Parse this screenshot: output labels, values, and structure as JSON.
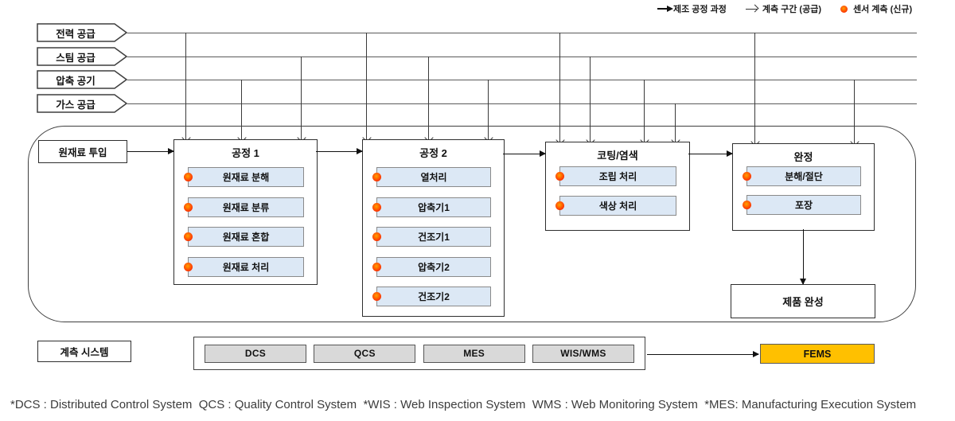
{
  "legend": {
    "items": [
      {
        "icon": "solid-arrow-icon",
        "label": "제조 공정 과정"
      },
      {
        "icon": "thin-arrow-icon",
        "label": "계측 구간 (공급)"
      },
      {
        "icon": "red-dot-icon",
        "label": "센서 계측 (신규)"
      }
    ]
  },
  "supplies": [
    {
      "label": "전력 공급"
    },
    {
      "label": "스팀 공급"
    },
    {
      "label": "압축 공기"
    },
    {
      "label": "가스 공급"
    }
  ],
  "flow": {
    "input_label": "원재료 투입",
    "processes": [
      {
        "title": "공정 1",
        "items": [
          "원재료 분해",
          "원재료 분류",
          "원재료 혼합",
          "원재료 처리"
        ]
      },
      {
        "title": "공정 2",
        "items": [
          "열처리",
          "압축기1",
          "건조기1",
          "압축기2",
          "건조기2"
        ]
      },
      {
        "title": "코팅/염색",
        "items": [
          "조립 처리",
          "색상 처리"
        ]
      },
      {
        "title": "완정",
        "items": [
          "분해/절단",
          "포장"
        ]
      }
    ],
    "product_label": "제품 완성"
  },
  "systems": {
    "label": "계측 시스템",
    "buttons": [
      "DCS",
      "QCS",
      "MES",
      "WIS/WMS"
    ],
    "fems_label": "FEMS"
  },
  "footnote": "*DCS : Distributed Control System  QCS : Quality Control System  *WIS : Web Inspection System  WMS : Web Monitoring System  *MES: Manufacturing Execution System",
  "colors": {
    "item_fill": "#dce8f5",
    "item_border": "#8a8a8a",
    "sensor_dot": "#ff4a00",
    "system_button_fill": "#d9d9d9",
    "fems_fill": "#ffc000",
    "supply_line": "#5a5a5a"
  }
}
